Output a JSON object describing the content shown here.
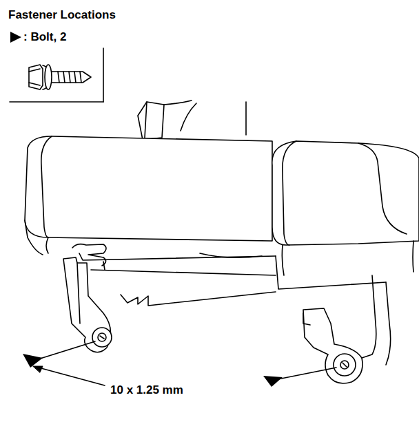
{
  "diagram": {
    "title": "Fastener Locations",
    "labels": [
      "10 x 1.25 mm"
    ],
    "legend": [
      {
        "text": ": Bolt, 2"
      }
    ]
  }
}
